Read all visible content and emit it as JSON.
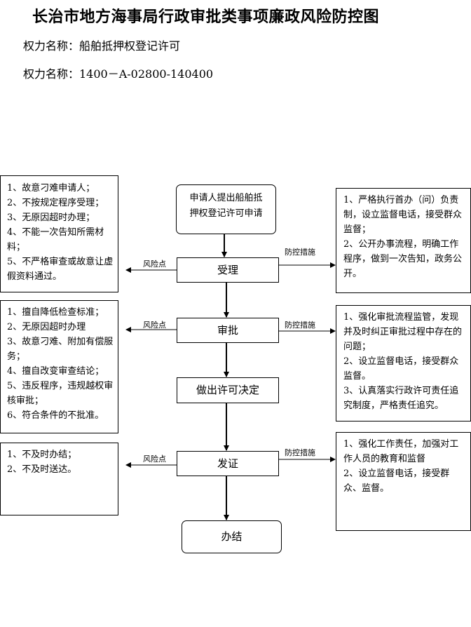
{
  "title": "长治市地方海事局行政审批类事项廉政风险防控图",
  "power_name": "权力名称：船舶抵押权登记许可",
  "power_code": "权力名称：1400－A-02800-140400",
  "flow": {
    "apply": [
      "申请人提出船舶抵",
      "押权登记许可申请"
    ],
    "accept": "受理",
    "approve": "审批",
    "decide": "做出许可决定",
    "issue": "发证",
    "finish": "办结"
  },
  "risk_label": "风险点",
  "measure_label": "防控措施",
  "risks": {
    "accept": [
      "1、故意刁难申请人；",
      "2、不按规定程序受理；",
      "3、无原因超时办理；",
      "4、不能一次告知所需材料；",
      "5、不严格审查或故意让虚假资料通过。"
    ],
    "approve": [
      "1、擅自降低检查标准；",
      "2、无原因超时办理",
      "3、故意刁难、附加有偿服务；",
      "4、擅自改变审查结论；",
      "5、违反程序，违规越权审核审批；",
      "6、符合条件的不批准。"
    ],
    "issue": [
      "1、不及时办结；",
      "2、不及时送达。"
    ]
  },
  "measures": {
    "accept": [
      "1、严格执行首办（问）负责制，设立监督电话，接受群众监督；",
      "2、公开办事流程，明确工作程序，做到一次告知，政务公开。"
    ],
    "approve": [
      "1、强化审批流程监管，发现并及时纠正审批过程中存在的问题；",
      "2、设立监督电话，接受群众监督。",
      "3、认真落实行政许可责任追究制度，严格责任追究。"
    ],
    "issue": [
      "1、强化工作责任，加强对工作人员的教育和监督",
      "2、设立监督电话，接受群众、监督。"
    ]
  }
}
